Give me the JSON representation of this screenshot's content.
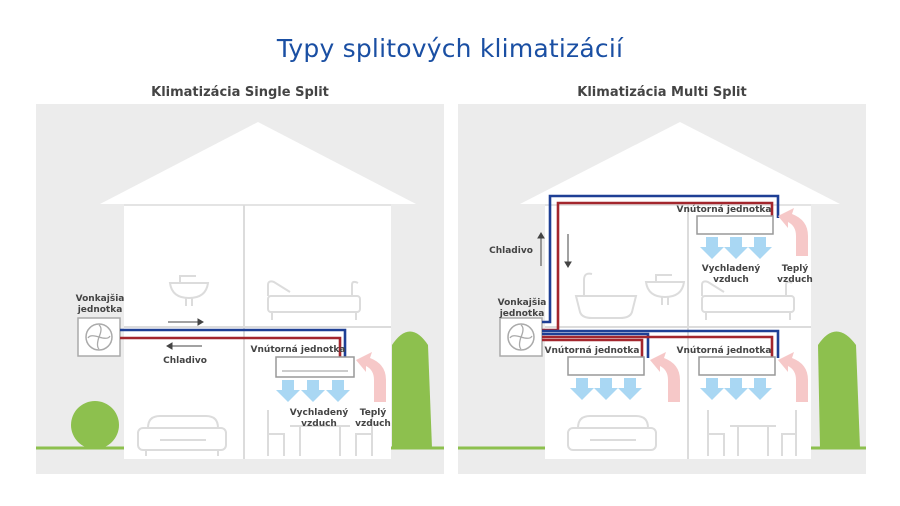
{
  "title": "Typy splitových klimatizácií",
  "single": {
    "heading": "Klimatizácia Single Split",
    "outdoor_unit": "Vonkajšia\njednotka",
    "refrigerant": "Chladivo",
    "indoor_unit": "Vnútorná jednotka",
    "cooled_air": "Vychladený\nvzduch",
    "warm_air": "Teplý\nvzduch"
  },
  "multi": {
    "heading": "Klimatizácia Multi Split",
    "outdoor_unit": "Vonkajšia\njednotka",
    "refrigerant": "Chladivo",
    "indoor_unit_top": "Vnútorná jednotka",
    "indoor_unit_left": "Vnútorná jednotka",
    "indoor_unit_right": "Vnútorná jednotka",
    "cooled_air": "Vychladený\nvzduch",
    "warm_air": "Teplý\nvzduch"
  },
  "colors": {
    "title": "#1a4fa3",
    "pipe_blue": "#1e3f95",
    "pipe_red": "#a3262d",
    "cool_arrow": "#a9d7f3",
    "warm_arrow": "#f6c8c8",
    "tree": "#8dc04e",
    "panel": "#ececec"
  }
}
